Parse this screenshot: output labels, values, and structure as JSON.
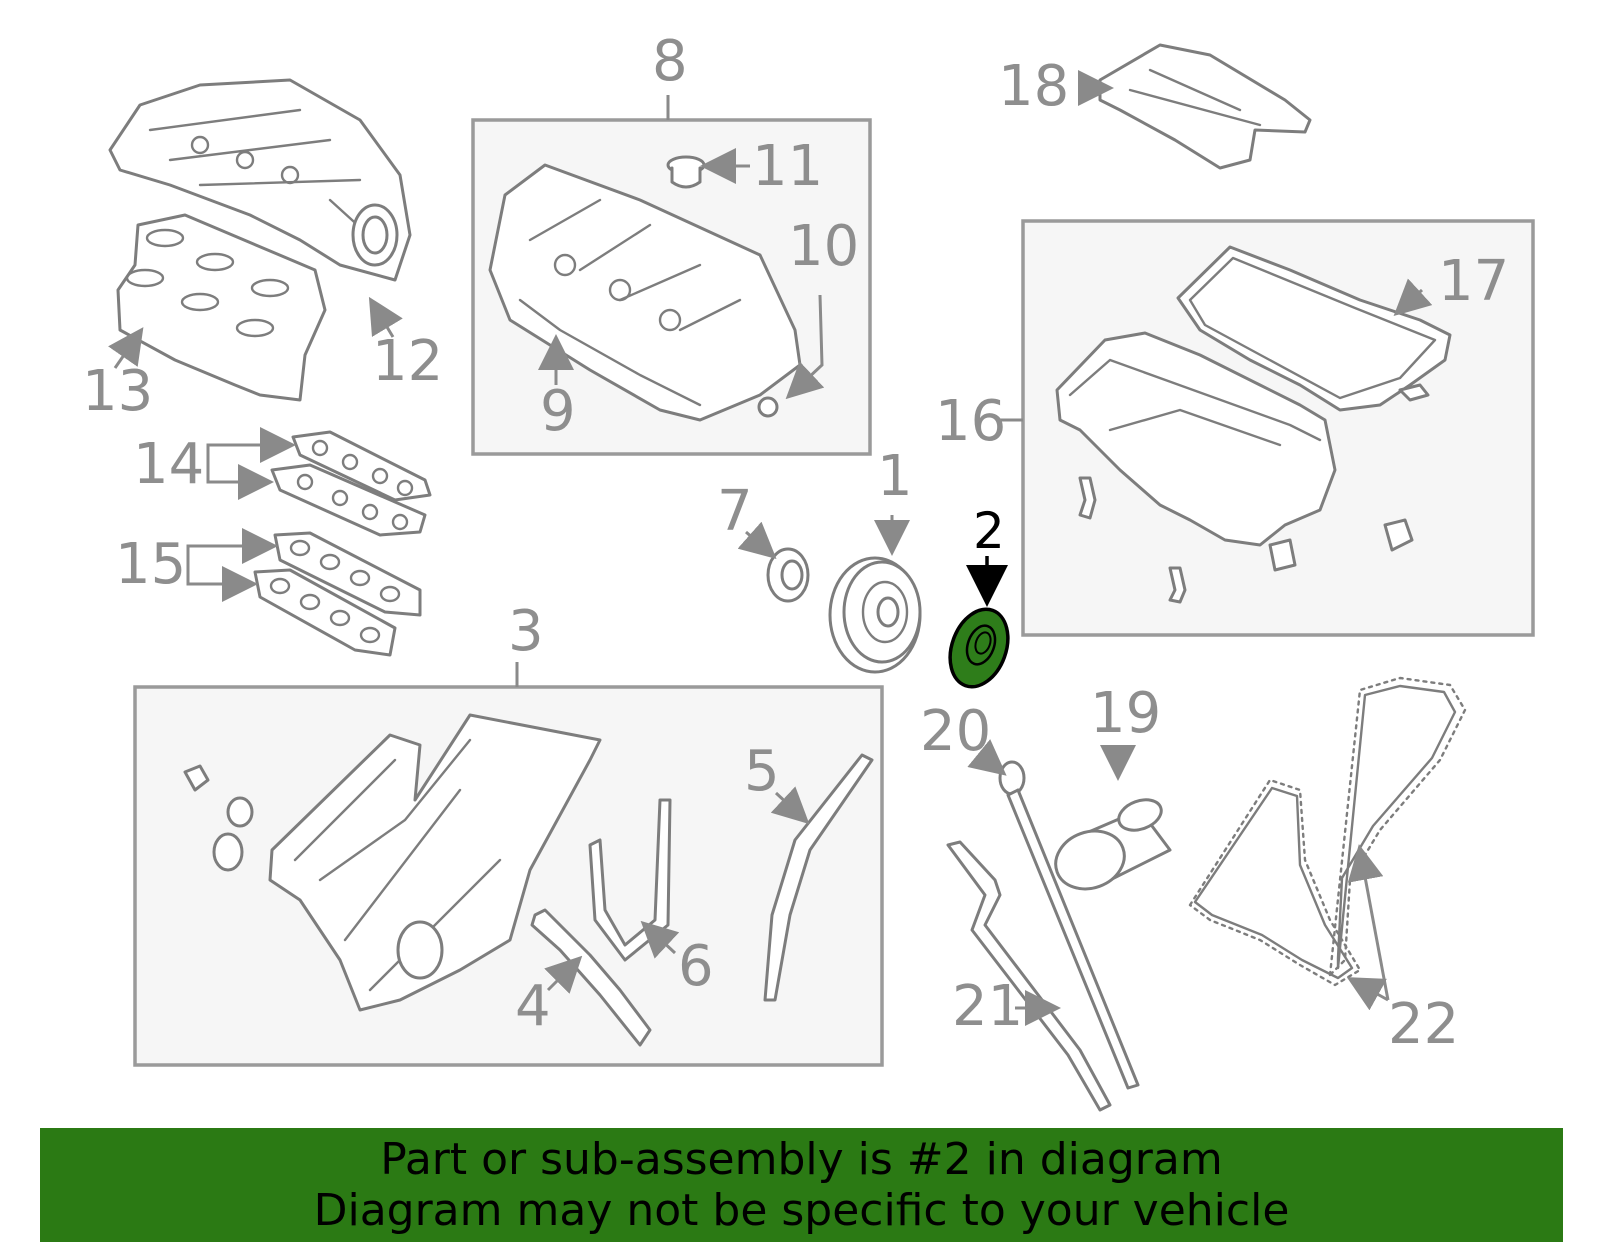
{
  "callouts": {
    "c1": "1",
    "c2": "2",
    "c3": "3",
    "c4": "4",
    "c5": "5",
    "c6": "6",
    "c7": "7",
    "c8": "8",
    "c9": "9",
    "c10": "10",
    "c11": "11",
    "c12": "12",
    "c13": "13",
    "c14": "14",
    "c15": "15",
    "c16": "16",
    "c17": "17",
    "c18": "18",
    "c19": "19",
    "c20": "20",
    "c21": "21",
    "c22": "22"
  },
  "highlight": {
    "part_number": "2",
    "color": "#2b7a14"
  },
  "banner": {
    "line1": "Part or sub-assembly is #2 in diagram",
    "line2": "Diagram may not be specific to your vehicle"
  }
}
